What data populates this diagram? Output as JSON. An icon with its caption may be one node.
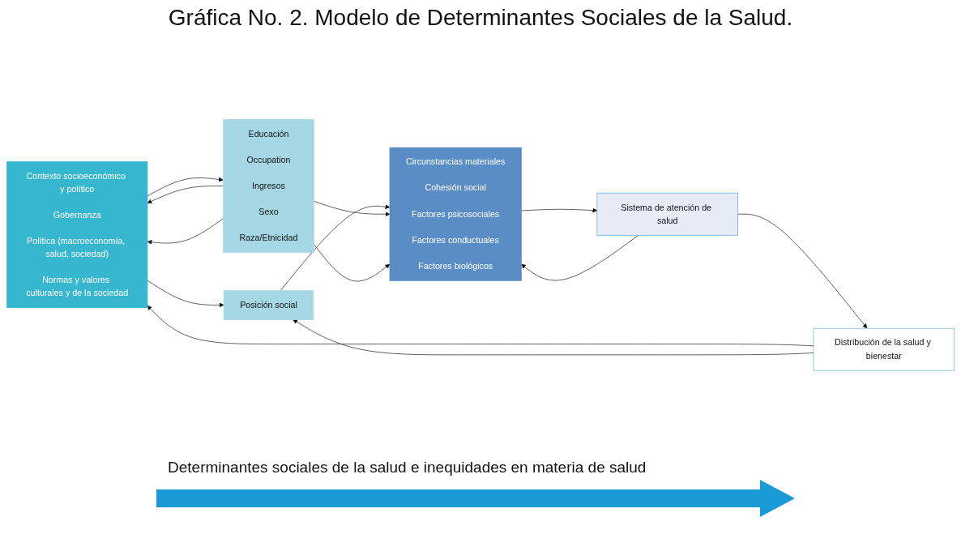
{
  "diagram": {
    "title": "Gráfica No. 2. Modelo de Determinantes Sociales de la Salud.",
    "nodes": [
      {
        "text": [
          "Contexto socioeconómico y político",
          "Gobernanza",
          "Política (macroeconomía, salud, sociedad)",
          "Normas y valores culturales y de la sociedad"
        ]
      },
      {
        "text": [
          "Posición social"
        ]
      },
      {
        "text": [
          "Educación",
          "Occupation",
          "Ingresos",
          "Sexo",
          "Raza/Etnicidad"
        ]
      },
      {
        "text": [
          "Circunstancias materiales",
          "Cohesión social",
          "Factores psicosociales",
          "Factores conductuales",
          "Factores biológicos"
        ]
      },
      {
        "text": [
          "Sistema de atención de salud"
        ]
      },
      {
        "text": [
          "Distribución de la salud y bienestar"
        ]
      }
    ],
    "edges": [
      {
        "from": 0,
        "to": 1,
        "arrow": "to"
      },
      {
        "from": 1,
        "to": 3,
        "arrow": "to"
      },
      {
        "from": 2,
        "to": 0,
        "arrow": "to"
      },
      {
        "from": 0,
        "to": 2,
        "arrow": "to"
      },
      {
        "from": 2,
        "to": 0,
        "arrow": "to"
      },
      {
        "from": 2,
        "to": 3,
        "arrow": "to"
      },
      {
        "from": 2,
        "to": 3,
        "arrow": "to"
      },
      {
        "from": 3,
        "to": 4,
        "arrow": "to"
      },
      {
        "from": 4,
        "to": 3,
        "arrow": "to"
      },
      {
        "from": 4,
        "to": 5,
        "arrow": "to"
      },
      {
        "from": 5,
        "to": 0,
        "arrow": "to"
      },
      {
        "from": 5,
        "to": 1,
        "arrow": "to"
      }
    ],
    "labels": [
      "Determinantes sociales de la salud e inequidades en materia de salud"
    ]
  }
}
